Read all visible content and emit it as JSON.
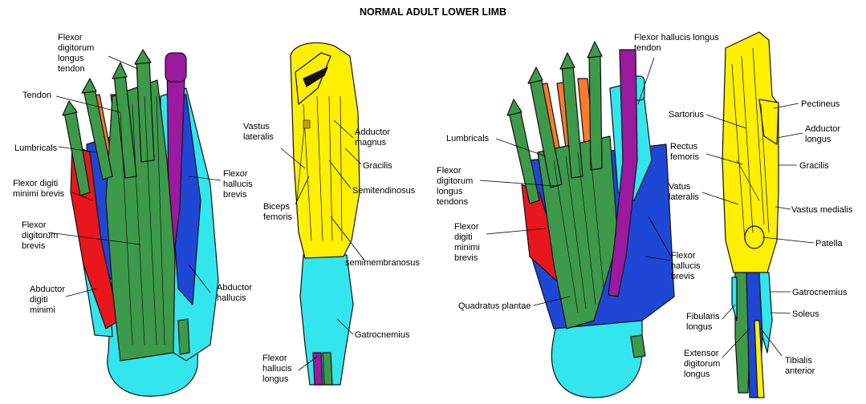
{
  "title": "NORMAL ADULT LOWER LIMB",
  "colors": {
    "green": "#3d9a4a",
    "yellow": "#ffef00",
    "cyan": "#33e6ee",
    "blue": "#1f47d6",
    "red": "#e8161d",
    "orange": "#ff7a2a",
    "purple": "#9a1aa0",
    "gray": "#8a8a8a"
  },
  "panels": {
    "foot1": {
      "labels": [
        [
          "Flexor",
          "digitorum",
          "longus",
          "tendon"
        ],
        [
          "Tendon"
        ],
        [
          "Lumbricals"
        ],
        [
          "Flexor digiti",
          "minimi brevis"
        ],
        [
          "Flexor",
          "digitorum",
          "brevis"
        ],
        [
          "Abductor",
          "digiti",
          "minimi"
        ],
        [
          "Flexor",
          "hallucis",
          "brevis"
        ],
        [
          "Abductor",
          "hallucis"
        ]
      ]
    },
    "leg1": {
      "labels": [
        [
          "Vastus",
          "lateralis"
        ],
        [
          "Adductor",
          "magnus"
        ],
        [
          "Gracilis"
        ],
        [
          "Semitendinosus"
        ],
        [
          "Biceps",
          "femoris"
        ],
        [
          "semimembranosus"
        ],
        [
          "Gatrocnemius"
        ],
        [
          "Flexor",
          "hallucis",
          "longus"
        ]
      ]
    },
    "foot2": {
      "labels": [
        [
          "Flexor hallucis longus",
          "tendon"
        ],
        [
          "Lumbricals"
        ],
        [
          "Flexor",
          "digitorum",
          "longus",
          "tendons"
        ],
        [
          "Flexor",
          "digiti",
          "minimi",
          "brevis"
        ],
        [
          "Flexor",
          "hallucis",
          "brevis"
        ],
        [
          "Quadratus plantae"
        ]
      ]
    },
    "leg2": {
      "labels": [
        [
          "Pectineus"
        ],
        [
          "Sartorius"
        ],
        [
          "Adductor",
          "longus"
        ],
        [
          "Rectus",
          "femoris"
        ],
        [
          "Gracilis"
        ],
        [
          "Vatus",
          "lateralis"
        ],
        [
          "Vastus medialis"
        ],
        [
          "Patella"
        ],
        [
          "Gatrocnemius"
        ],
        [
          "Soleus"
        ],
        [
          "Fibularis",
          "longus"
        ],
        [
          "Extensor",
          "digitorum",
          "longus"
        ],
        [
          "Tibialis",
          "anterior"
        ]
      ]
    }
  }
}
